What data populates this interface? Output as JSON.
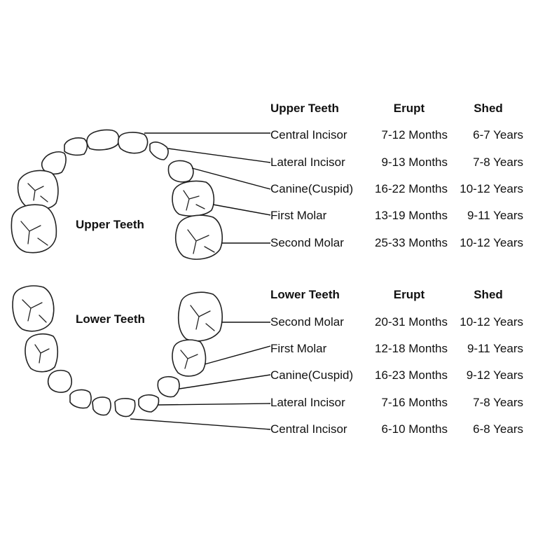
{
  "upper": {
    "arch_label": "Upper Teeth",
    "header": {
      "title": "Upper Teeth",
      "erupt": "Erupt",
      "shed": "Shed"
    },
    "rows": [
      {
        "name": "Central Incisor",
        "erupt": "7-12 Months",
        "shed": "6-7 Years"
      },
      {
        "name": "Lateral Incisor",
        "erupt": "9-13 Months",
        "shed": "7-8 Years"
      },
      {
        "name": "Canine(Cuspid)",
        "erupt": "16-22 Months",
        "shed": "10-12 Years"
      },
      {
        "name": "First Molar",
        "erupt": "13-19 Months",
        "shed": "9-11 Years"
      },
      {
        "name": "Second Molar",
        "erupt": "25-33 Months",
        "shed": "10-12 Years"
      }
    ]
  },
  "lower": {
    "arch_label": "Lower Teeth",
    "header": {
      "title": "Lower Teeth",
      "erupt": "Erupt",
      "shed": "Shed"
    },
    "rows": [
      {
        "name": "Second Molar",
        "erupt": "20-31 Months",
        "shed": "10-12 Years"
      },
      {
        "name": "First Molar",
        "erupt": "12-18 Months",
        "shed": "9-11 Years"
      },
      {
        "name": "Canine(Cuspid)",
        "erupt": "16-23 Months",
        "shed": "9-12 Years"
      },
      {
        "name": "Lateral Incisor",
        "erupt": "7-16 Months",
        "shed": "7-8 Years"
      },
      {
        "name": "Central Incisor",
        "erupt": "6-10 Months",
        "shed": "6-8 Years"
      }
    ]
  }
}
